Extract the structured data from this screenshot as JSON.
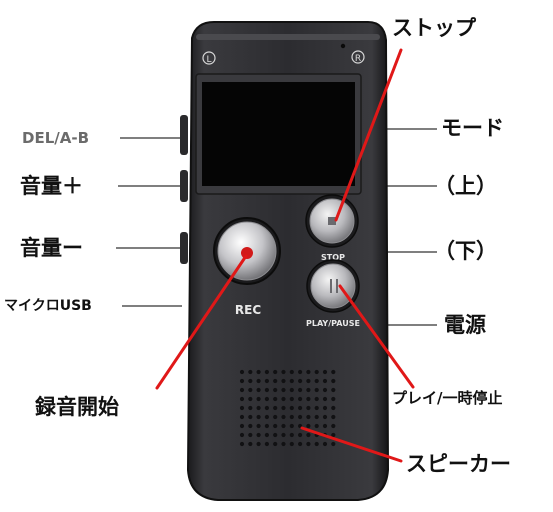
{
  "device": {
    "body_color": "#2b2b2e",
    "screen_color": "#050505",
    "indicator_left": "L",
    "indicator_right": "R",
    "rec_label": "REC",
    "stop_label": "STOP",
    "play_label": "PLAY/PAUSE"
  },
  "callouts": {
    "line_color": "#e01818",
    "side_line_color": "#555555",
    "left": {
      "del_ab": "DEL/A-B",
      "volume_up": "音量＋",
      "volume_down": "音量ー",
      "micro_usb": "マイクロUSB"
    },
    "right": {
      "mode": "モード",
      "up": "（上）",
      "down": "（下）",
      "power": "電源"
    },
    "pointers": {
      "stop": "ストップ",
      "record_start": "録音開始",
      "play_pause": "プレイ/一時停止",
      "speaker": "スピーカー"
    }
  }
}
